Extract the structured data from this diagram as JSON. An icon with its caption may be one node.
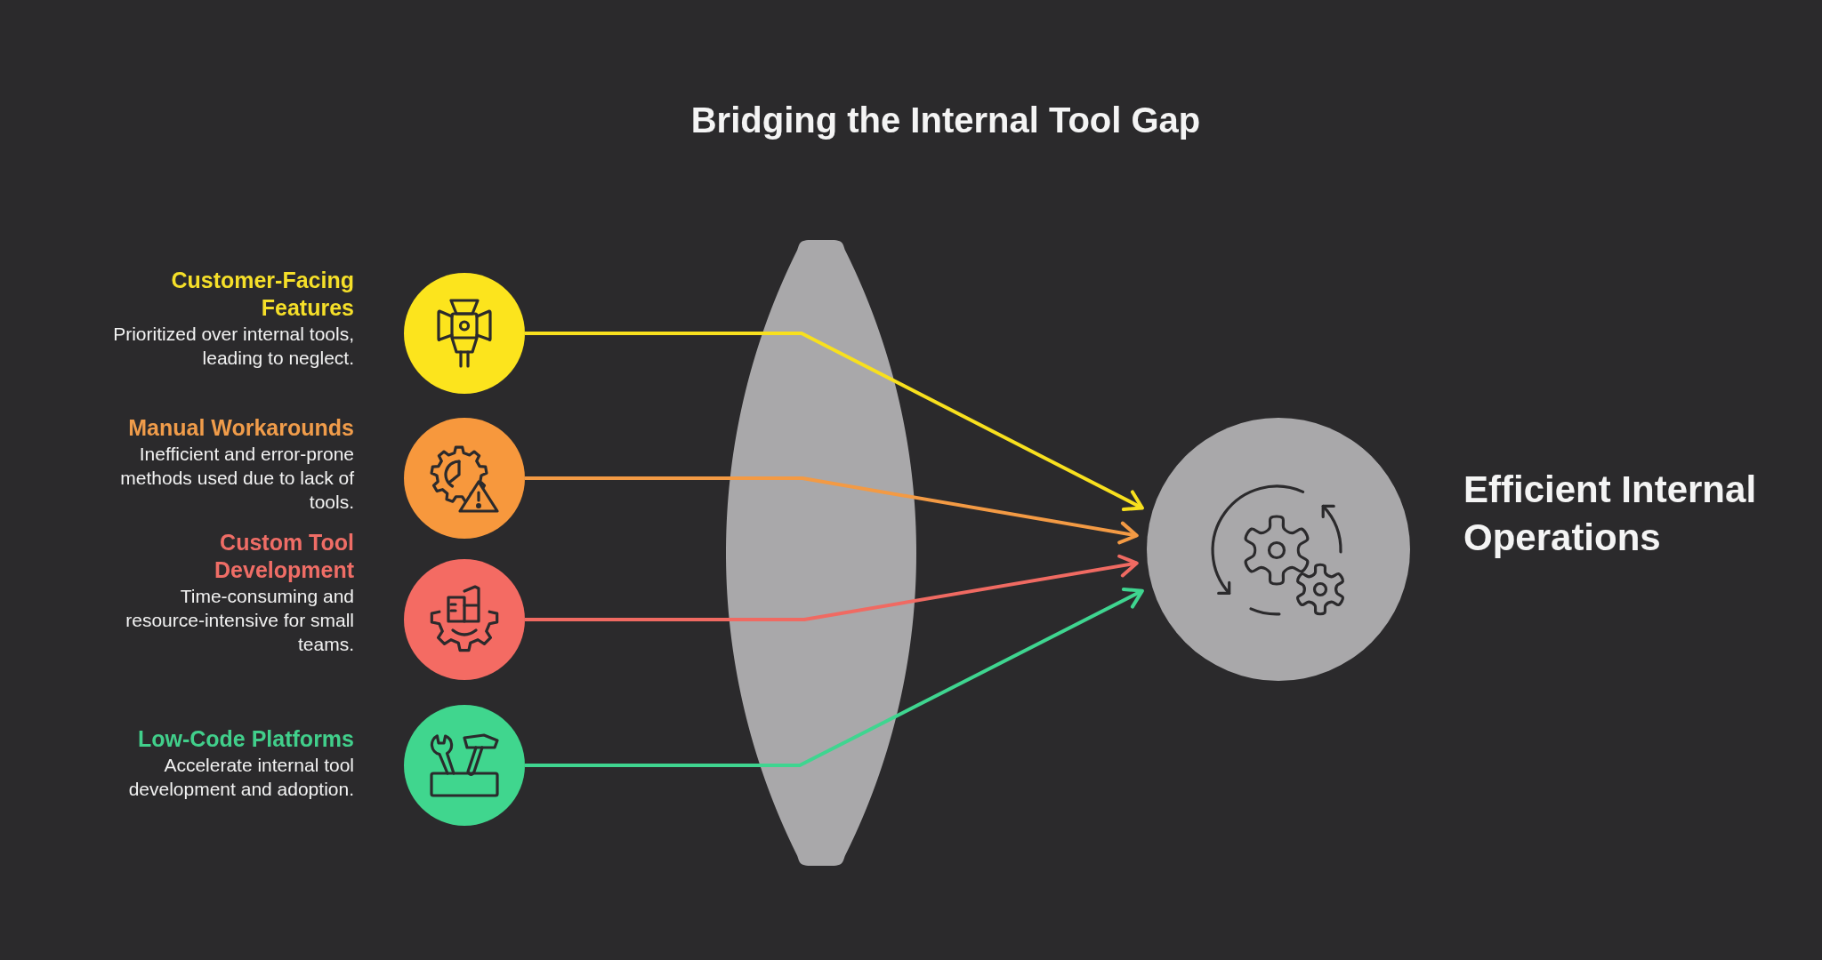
{
  "diagram": {
    "title": "Bridging the Internal Tool Gap",
    "nodes": [
      {
        "text": [
          "Customer-Facing Features",
          "Prioritized over internal tools, leading to neglect."
        ]
      },
      {
        "text": [
          "Manual Workarounds",
          "Inefficient and error-prone methods used due to lack of tools."
        ]
      },
      {
        "text": [
          "Custom Tool Development",
          "Time-consuming and resource-intensive for small teams."
        ]
      },
      {
        "text": [
          "Low-Code Platforms",
          "Accelerate internal tool development and adoption."
        ]
      },
      {
        "text": [
          "Efficient Internal Operations"
        ]
      }
    ],
    "edges": [
      {
        "from": 0,
        "to": 4,
        "arrow": "to",
        "color": "#f8e01e"
      },
      {
        "from": 1,
        "to": 4,
        "arrow": "to",
        "color": "#f39a44"
      },
      {
        "from": 2,
        "to": 4,
        "arrow": "to",
        "color": "#f06a62"
      },
      {
        "from": 3,
        "to": 4,
        "arrow": "to",
        "color": "#3fd590"
      }
    ]
  }
}
